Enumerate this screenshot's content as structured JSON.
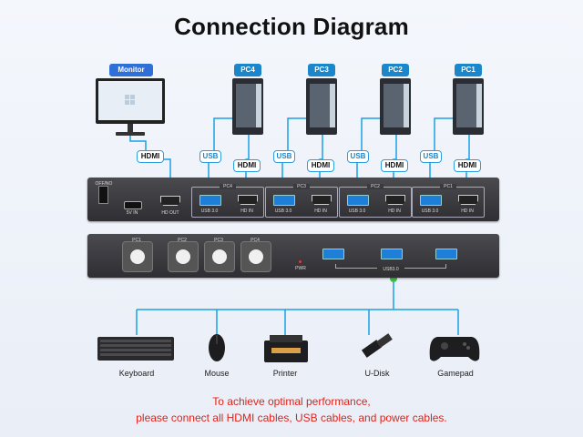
{
  "title": "Connection Diagram",
  "labels": {
    "monitor": "Monitor",
    "pcs": [
      "PC4",
      "PC3",
      "PC2",
      "PC1"
    ],
    "usb": "USB",
    "hdmi": "HDMI"
  },
  "front_panel": {
    "switch": "OFF/NO",
    "dc_in": "5V IN",
    "hd_out": "HD OUT",
    "groups": [
      {
        "name": "PC4",
        "usb": "USB 3.0",
        "hdmi": "HD IN"
      },
      {
        "name": "PC3",
        "usb": "USB 3.0",
        "hdmi": "HD IN"
      },
      {
        "name": "PC2",
        "usb": "USB 3.0",
        "hdmi": "HD IN"
      },
      {
        "name": "PC1",
        "usb": "USB 3.0",
        "hdmi": "HD IN"
      }
    ]
  },
  "back_panel": {
    "buttons": [
      "PC1",
      "PC2",
      "PC3",
      "PC4"
    ],
    "pwr": "PWR",
    "usb_label": "USB3.0"
  },
  "devices": [
    "Keyboard",
    "Mouse",
    "Printer",
    "U-Disk",
    "Gamepad"
  ],
  "note": {
    "line1": "To achieve optimal performance,",
    "line2": "please connect all HDMI cables, USB cables, and power cables."
  },
  "colors": {
    "line": "#1aa0e6",
    "accent_green": "#3cc23c",
    "note": "#e1231a"
  }
}
